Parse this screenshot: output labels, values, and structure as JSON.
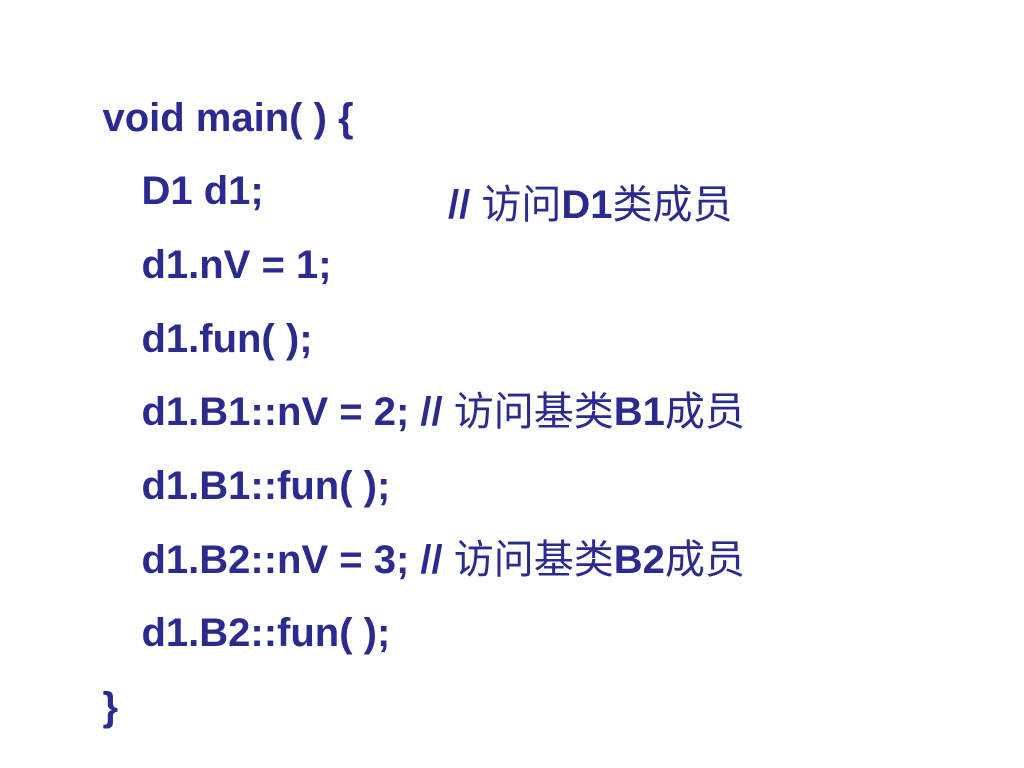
{
  "colors": {
    "text": "#2b2b8f",
    "background": "#ffffff"
  },
  "lines": [
    {
      "code": "void main( ) {"
    },
    {
      "code": "D1 d1;"
    },
    {
      "code": "d1.nV = 1;",
      "comment_prefix": "// ",
      "comment_cjk_1": "访问",
      "comment_ascii": "D1",
      "comment_cjk_2": "类成员"
    },
    {
      "code": "d1.fun( );"
    },
    {
      "code": "d1.B1::nV = 2;",
      "comment_prefix": " // ",
      "comment_cjk_1": "访问基类",
      "comment_ascii": "B1",
      "comment_cjk_2": "成员"
    },
    {
      "code": "d1.B1::fun( );"
    },
    {
      "code": "d1.B2::nV = 3;",
      "comment_prefix": " // ",
      "comment_cjk_1": "访问基类",
      "comment_ascii": "B2",
      "comment_cjk_2": "成员"
    },
    {
      "code": "d1.B2::fun( );"
    },
    {
      "code": "}"
    }
  ]
}
